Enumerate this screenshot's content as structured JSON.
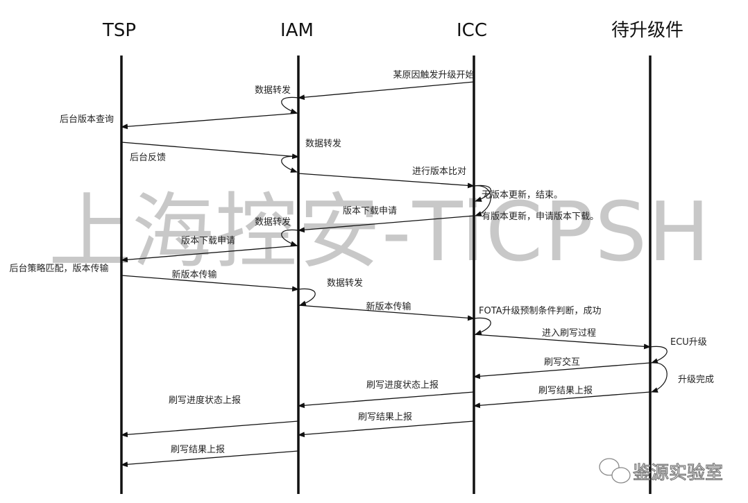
{
  "actors": [
    "TSP",
    "IAM",
    "ICC",
    "待升级件"
  ],
  "watermark": "上海控安-TiCPSH",
  "logo_text": "鉴源实验室",
  "messages": [
    {
      "type": "arrow",
      "from": "ICC",
      "to": "IAM",
      "label": "某原因触发升级开始"
    },
    {
      "type": "self",
      "actor": "IAM",
      "label": "数据转发"
    },
    {
      "type": "arrow",
      "from": "IAM",
      "to": "TSP",
      "label": "后台版本查询"
    },
    {
      "type": "arrow",
      "from": "TSP",
      "to": "IAM",
      "label": "后台反馈"
    },
    {
      "type": "self",
      "actor": "IAM",
      "label": "数据转发"
    },
    {
      "type": "arrow",
      "from": "IAM",
      "to": "ICC",
      "label": "进行版本比对"
    },
    {
      "type": "self",
      "actor": "ICC",
      "label": "无版本更新，结束。"
    },
    {
      "type": "self",
      "actor": "ICC",
      "label": "有版本更新，申请版本下载。"
    },
    {
      "type": "arrow",
      "from": "ICC",
      "to": "IAM",
      "label": "版本下载申请"
    },
    {
      "type": "self",
      "actor": "IAM",
      "label": "数据转发"
    },
    {
      "type": "arrow",
      "from": "IAM",
      "to": "TSP",
      "label": "版本下载申请"
    },
    {
      "type": "note",
      "actor": "TSP",
      "label": "后台策略匹配，版本传输"
    },
    {
      "type": "arrow",
      "from": "TSP",
      "to": "IAM",
      "label": "新版本传输"
    },
    {
      "type": "self",
      "actor": "IAM",
      "label": "数据转发"
    },
    {
      "type": "arrow",
      "from": "IAM",
      "to": "ICC",
      "label": "新版本传输"
    },
    {
      "type": "self",
      "actor": "ICC",
      "label": "FOTA升级预制条件判断，成功"
    },
    {
      "type": "arrow",
      "from": "ICC",
      "to": "待升级件",
      "label": "进入刷写过程"
    },
    {
      "type": "self",
      "actor": "待升级件",
      "label": "ECU升级"
    },
    {
      "type": "arrow",
      "from": "待升级件",
      "to": "ICC",
      "label": "刷写交互"
    },
    {
      "type": "self",
      "actor": "待升级件",
      "label": "升级完成"
    },
    {
      "type": "arrow",
      "from": "ICC",
      "to": "IAM",
      "label": "刷写进度状态上报"
    },
    {
      "type": "arrow",
      "from": "待升级件",
      "to": "ICC",
      "label": "刷写结果上报"
    },
    {
      "type": "arrow",
      "from": "IAM",
      "to": "TSP",
      "label": "刷写进度状态上报"
    },
    {
      "type": "arrow",
      "from": "ICC",
      "to": "IAM",
      "label": "刷写结果上报"
    },
    {
      "type": "arrow",
      "from": "IAM",
      "to": "TSP",
      "label": "刷写结果上报"
    }
  ]
}
